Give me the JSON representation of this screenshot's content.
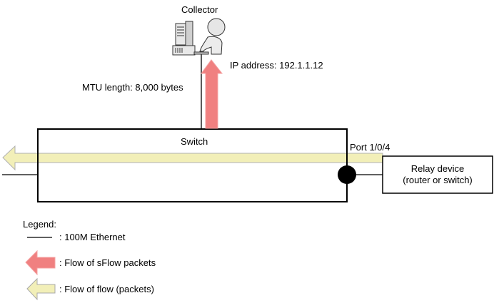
{
  "diagram": {
    "collector": {
      "title": "Collector",
      "ip_label": "IP address: 192.1.1.12",
      "mtu_label": "MTU length: 8,000 bytes"
    },
    "switch": {
      "label": "Switch",
      "port_label": "Port 1/0/4"
    },
    "relay": {
      "line1": "Relay device",
      "line2": "(router or switch)"
    },
    "legend": {
      "title": "Legend:",
      "items": [
        {
          "icon": "line-icon",
          "label": ": 100M Ethernet"
        },
        {
          "icon": "sflow-arrow-icon",
          "label": ": Flow of sFlow packets"
        },
        {
          "icon": "flow-arrow-icon",
          "label": ": Flow of flow (packets)"
        }
      ]
    },
    "colors": {
      "sflow_arrow": "#f08080",
      "flow_arrow": "#f2efb8",
      "flow_arrow_border": "#b0b0b0",
      "line": "#000000"
    }
  }
}
